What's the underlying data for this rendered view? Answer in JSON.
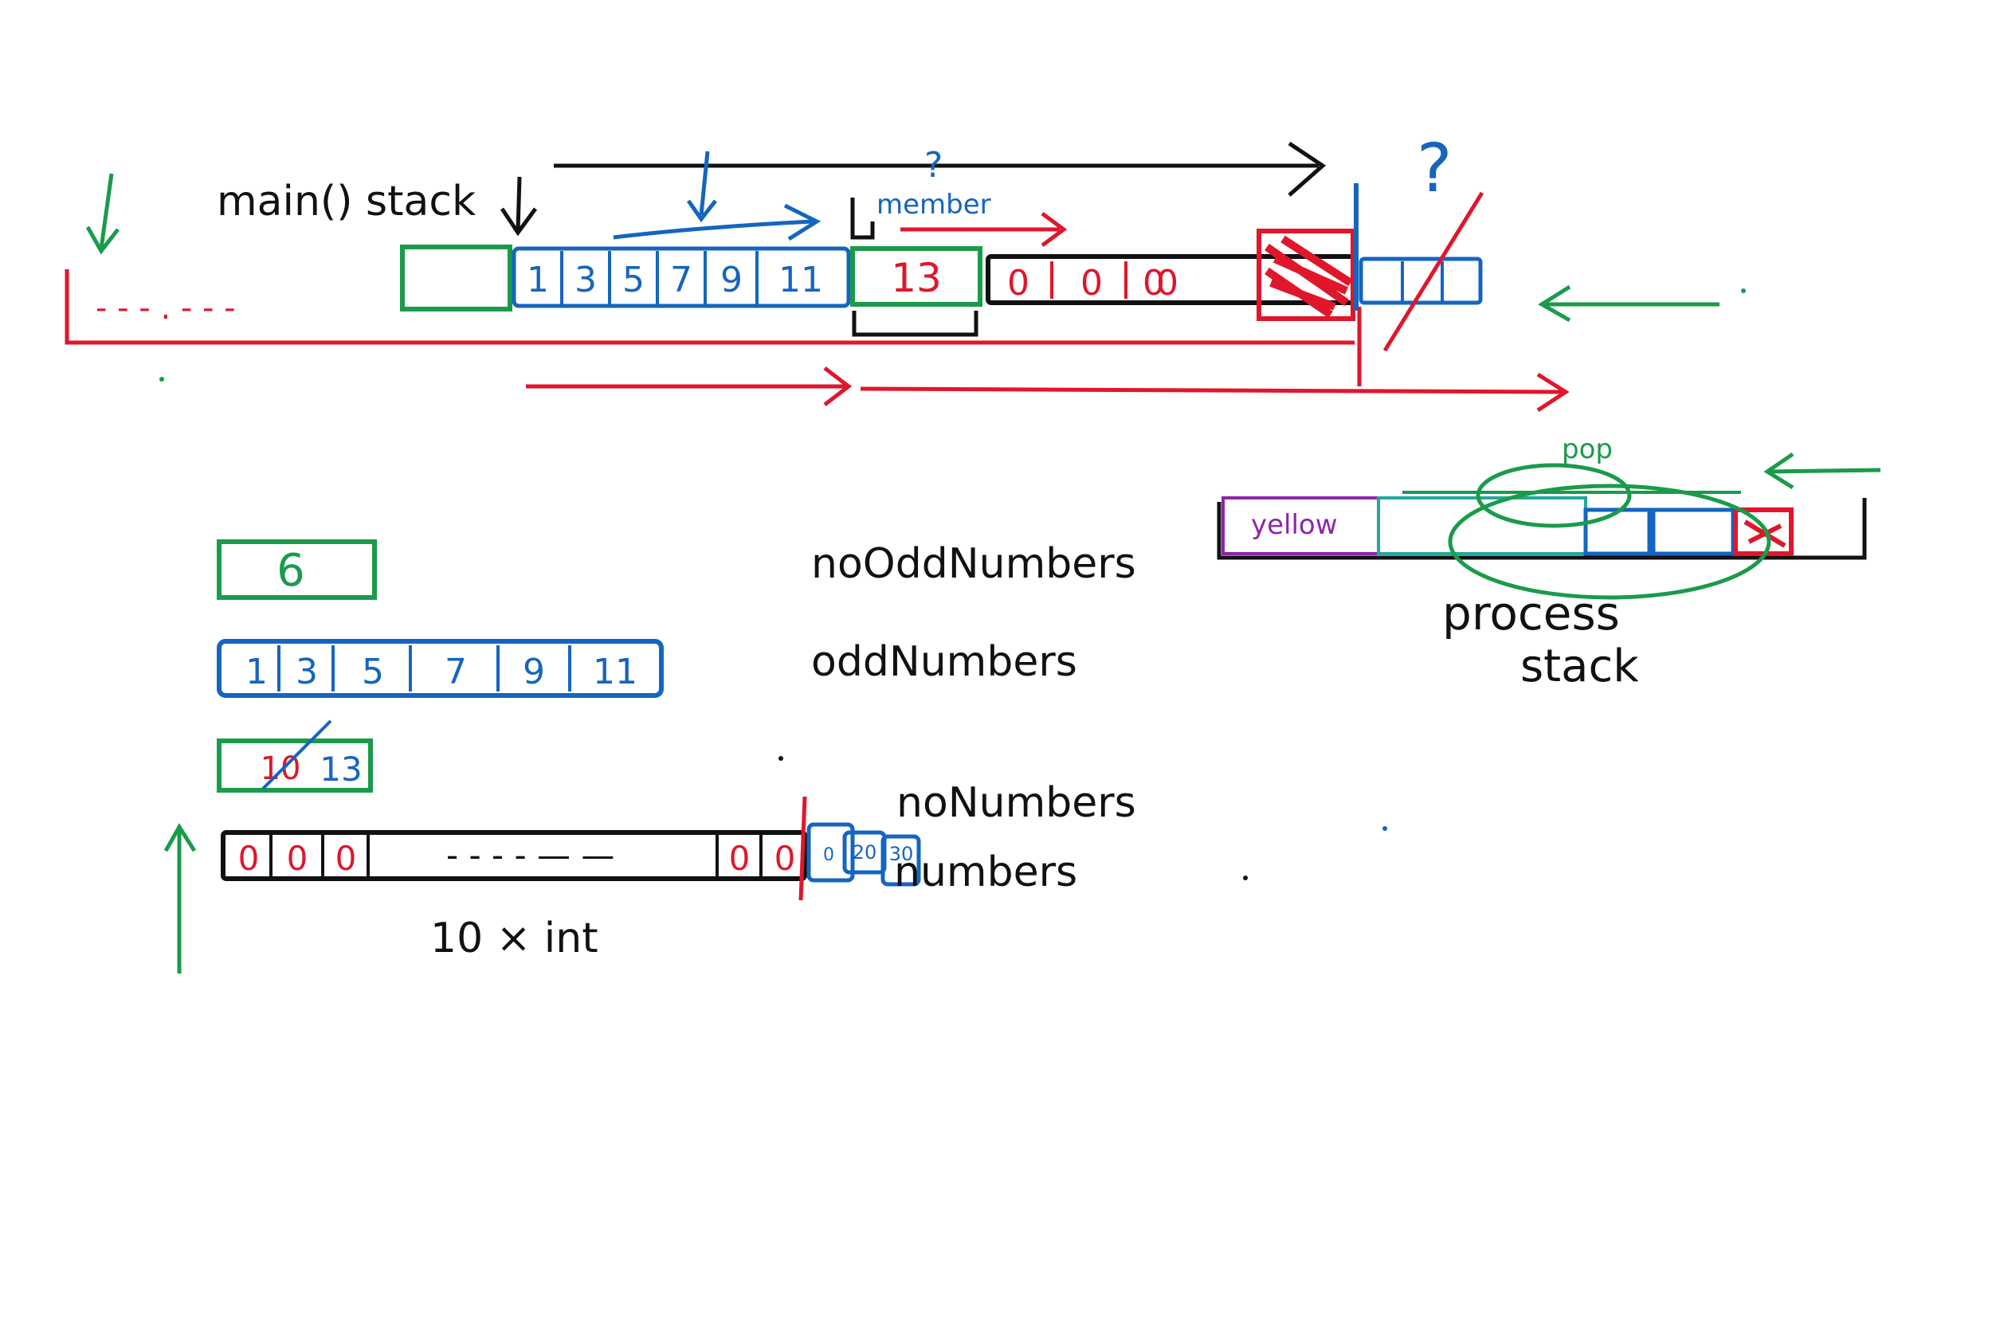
{
  "labels": {
    "main_stack": "main() stack",
    "no_odd_numbers": "noOddNumbers",
    "odd_numbers": "oddNumbers",
    "no_numbers": "noNumbers",
    "numbers": "numbers",
    "ten_x_int": "10 × int",
    "process": "process",
    "stack": "stack",
    "top_question": "?",
    "member_question": "?",
    "member_word": "member",
    "pop_word": "pop",
    "cell_yellow": "yellow",
    "ellipsis_left": "- - - .  - - -"
  },
  "top_strip": {
    "odd_values": [
      "1",
      "3",
      "5",
      "7",
      "9",
      "11"
    ],
    "count_value": "13",
    "zeros": [
      "0",
      "0",
      "0",
      "0"
    ]
  },
  "left_column": {
    "no_odd_value": "6",
    "odd_values": [
      "1",
      "3",
      "5",
      "7",
      "9",
      "11"
    ],
    "no_numbers_struck": "10",
    "no_numbers_value": "13",
    "numbers_first": [
      "0",
      "0",
      "0"
    ],
    "numbers_dots": "- - - - — —",
    "numbers_last": [
      "0",
      "0"
    ],
    "numbers_overflow": [
      "0",
      "20",
      "30"
    ]
  },
  "colors": {
    "green": "#1a9b4a",
    "blue": "#1565c0",
    "red": "#e0162b",
    "black": "#111111",
    "purple": "#8e24aa",
    "teal": "#26a69a"
  }
}
